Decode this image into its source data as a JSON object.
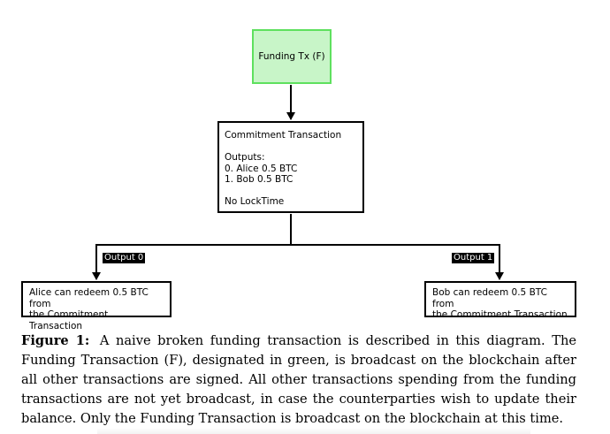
{
  "nodes": {
    "funding": {
      "label": "Funding Tx (F)"
    },
    "commitment": {
      "lines": [
        "Commitment Transaction",
        "",
        "Outputs:",
        "0. Alice 0.5 BTC",
        "1. Bob 0.5 BTC",
        "",
        "No LockTime"
      ]
    },
    "alice": {
      "lines": [
        "Alice can redeem 0.5 BTC from",
        "the Commitment Transaction"
      ]
    },
    "bob": {
      "lines": [
        "Bob can redeem 0.5 BTC from",
        "the Commitment Transaction"
      ]
    }
  },
  "edges": {
    "output0": {
      "label": "Output 0"
    },
    "output1": {
      "label": "Output 1"
    }
  },
  "caption": {
    "figure_label": "Figure 1:",
    "text": "A naive broken funding transaction is described in this diagram. The Funding Transaction (F), designated in green, is broadcast on the blockchain after all other transactions are signed. All other transactions spending from the funding transactions are not yet broadcast, in case the counterparties wish to update their balance. Only the Funding Transaction is broadcast on the blockchain at this time."
  },
  "colors": {
    "funding_fill": "#c8f5c8",
    "funding_border": "#5ee05e",
    "label_bg": "#000000"
  }
}
